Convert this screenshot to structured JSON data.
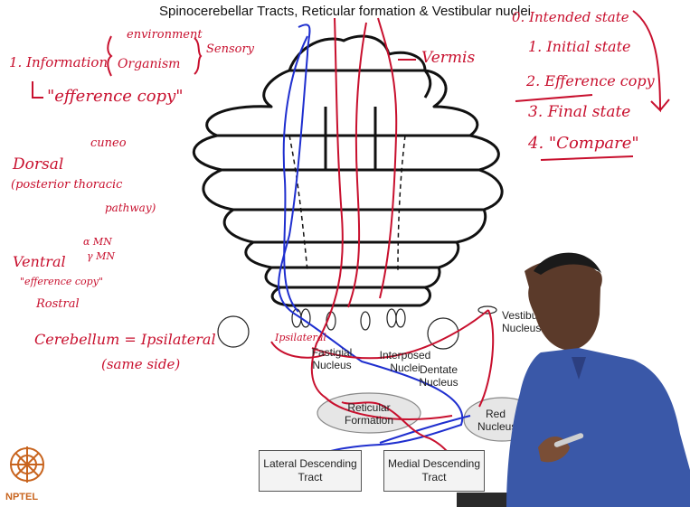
{
  "slide": {
    "title": "Spinocerebellar Tracts, Reticular formation & Vestibular nuclei",
    "labels": {
      "vestibular": [
        "Vestibular",
        "Nucleus"
      ],
      "fastigial": [
        "Fastigial",
        "Nucleus"
      ],
      "interposed": [
        "Interposed",
        "Nuclei"
      ],
      "dentate": [
        "Dentate",
        "Nucleus"
      ],
      "reticular": [
        "Reticular",
        "Formation"
      ],
      "red": [
        "Red",
        "Nucleus"
      ],
      "lateral_tract": [
        "Lateral Descending",
        "Tract"
      ],
      "medial_tract": [
        "Medial Descending",
        "Tract"
      ]
    }
  },
  "annotations": {
    "left": {
      "information": "1. Information",
      "environment": "environment",
      "organism": "Organism",
      "sensory": "Sensory",
      "efference": "\"efference copy\"",
      "cuneo": "cuneo",
      "dorsal": "Dorsal",
      "posterior": "(posterior thoracic",
      "pathway": "pathway)",
      "ventral": "Ventral",
      "alpha_mn": "α MN",
      "gamma_mn": "γ MN",
      "efference2": "\"efference copy\"",
      "rostral": "Rostral",
      "cerebellum": "Cerebellum = Ipsilateral",
      "same_side": "(same side)",
      "ipsilateral": "Ipsilateral"
    },
    "right": {
      "vermis": "Vermis",
      "item0": "0. Intended state",
      "item1": "1. Initial state",
      "item2": "2. Efference copy",
      "item3": "3. Final state",
      "item4": "4. \"Compare\""
    }
  },
  "logo": {
    "text": "NPTEL"
  },
  "colors": {
    "annotation": "#c8102e",
    "blue_tract": "#1f2fcf",
    "red_tract": "#c8102e"
  }
}
